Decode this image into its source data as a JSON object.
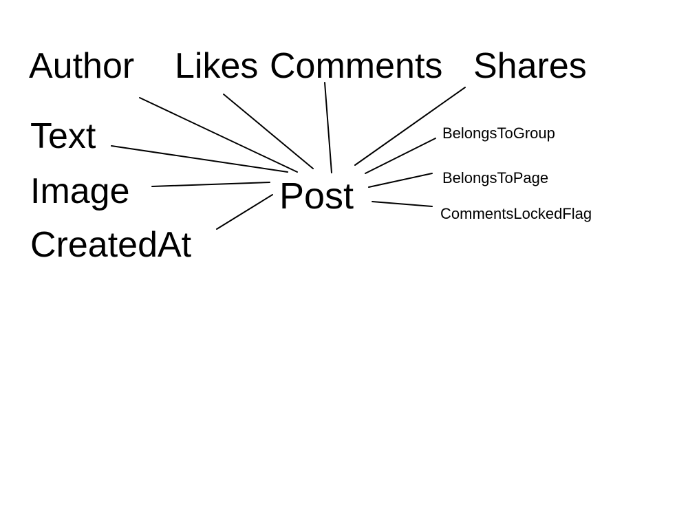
{
  "diagram": {
    "center": "Post",
    "top_attributes": [
      "Author",
      "Likes",
      "Comments",
      "Shares"
    ],
    "left_attributes": [
      "Text",
      "Image",
      "CreatedAt"
    ],
    "right_attributes": [
      "BelongsToGroup",
      "BelongsToPage",
      "CommentsLockedFlag"
    ]
  }
}
